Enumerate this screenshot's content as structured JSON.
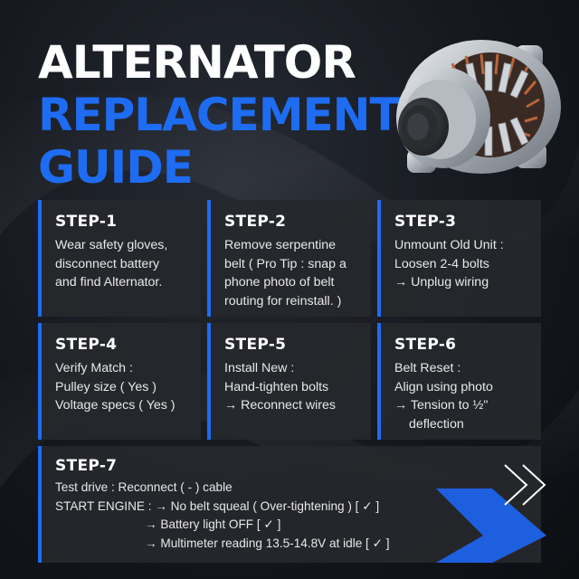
{
  "title": {
    "line1": "ALTERNATOR",
    "line2": "REPLACEMENT",
    "line3": "GUIDE"
  },
  "colors": {
    "accent": "#1e6cf2",
    "background": "#15181e",
    "card": "#26282d"
  },
  "steps": [
    {
      "label": "STEP-1",
      "lines": [
        "Wear safety gloves,",
        "disconnect battery",
        "and find Alternator."
      ]
    },
    {
      "label": "STEP-2",
      "lines": [
        "Remove serpentine",
        "belt ( Pro Tip : snap a",
        "phone photo of belt",
        "routing for reinstall. )"
      ]
    },
    {
      "label": "STEP-3",
      "lines": [
        "Unmount Old Unit :",
        "Loosen 2-4 bolts",
        "→ Unplug wiring"
      ]
    },
    {
      "label": "STEP-4",
      "lines": [
        "Verify Match :",
        "Pulley size ( Yes )",
        "Voltage specs ( Yes )"
      ]
    },
    {
      "label": "STEP-5",
      "lines": [
        "Install New :",
        "Hand-tighten bolts",
        "→ Reconnect wires"
      ]
    },
    {
      "label": "STEP-6",
      "lines": [
        "Belt Reset :",
        "Align using photo",
        "→ Tension to ½\"",
        "deflection"
      ]
    },
    {
      "label": "STEP-7",
      "lines": [
        "Test drive : Reconnect ( - ) cable",
        "START ENGINE : → No belt squeal ( Over-tightening ) [ ✓ ]",
        "→ Battery light OFF [ ✓ ]",
        "→ Multimeter reading 13.5-14.8V at idle [ ✓ ]"
      ]
    }
  ],
  "icons": {
    "product": "alternator-image",
    "decor": "chevron-arrows-icon"
  }
}
